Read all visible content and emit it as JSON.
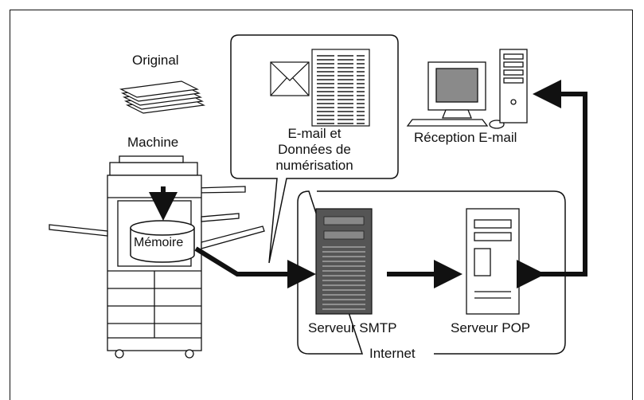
{
  "labels": {
    "original": "Original",
    "machine": "Machine",
    "memory": "Mémoire",
    "callout_line1": "E-mail et",
    "callout_line2": "Données de",
    "callout_line3": "numérisation",
    "receive": "Réception E-mail",
    "smtp": "Serveur SMTP",
    "pop": "Serveur POP",
    "internet": "Internet"
  },
  "colors": {
    "line": "#111111",
    "server_dark": "#555555",
    "screen": "#8a8a8a"
  },
  "icons": [
    "paper-stack-icon",
    "mfp-machine-icon",
    "envelope-icon",
    "document-icon",
    "desktop-pc-icon",
    "smtp-server-icon",
    "pop-server-icon"
  ]
}
